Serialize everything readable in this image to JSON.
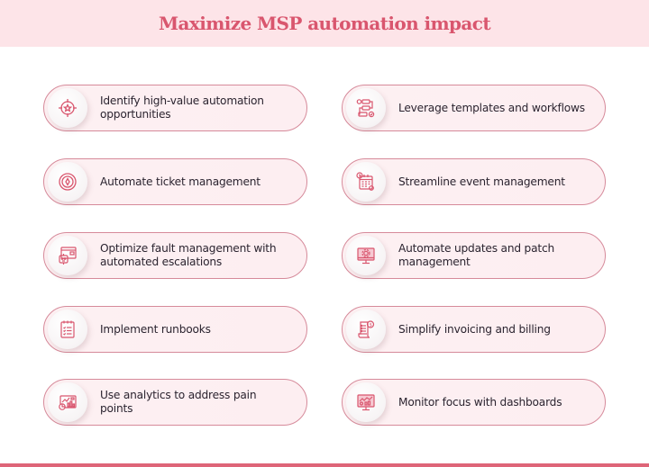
{
  "header": {
    "title": "Maximize MSP automation impact"
  },
  "colors": {
    "accent": "#d9566e",
    "header_bg": "#fde4e8",
    "pill_border": "#d68a9a",
    "pill_bg": "#fdf0f2",
    "footer": "#de6578"
  },
  "items": [
    {
      "label": "Identify high-value automation opportunities",
      "icon": "target-star-icon"
    },
    {
      "label": "Leverage templates and workflows",
      "icon": "workflow-icon"
    },
    {
      "label": "Automate ticket management",
      "icon": "ticket-target-icon"
    },
    {
      "label": "Streamline event management",
      "icon": "calendar-icon"
    },
    {
      "label": "Optimize fault management with automated escalations",
      "icon": "robot-window-icon"
    },
    {
      "label": "Automate updates and patch management",
      "icon": "monitor-gear-icon"
    },
    {
      "label": "Implement runbooks",
      "icon": "checklist-icon"
    },
    {
      "label": "Simplify invoicing and billing",
      "icon": "invoice-icon"
    },
    {
      "label": "Use analytics to address pain points",
      "icon": "analytics-icon"
    },
    {
      "label": "Monitor focus with dashboards",
      "icon": "dashboard-monitor-icon"
    }
  ]
}
